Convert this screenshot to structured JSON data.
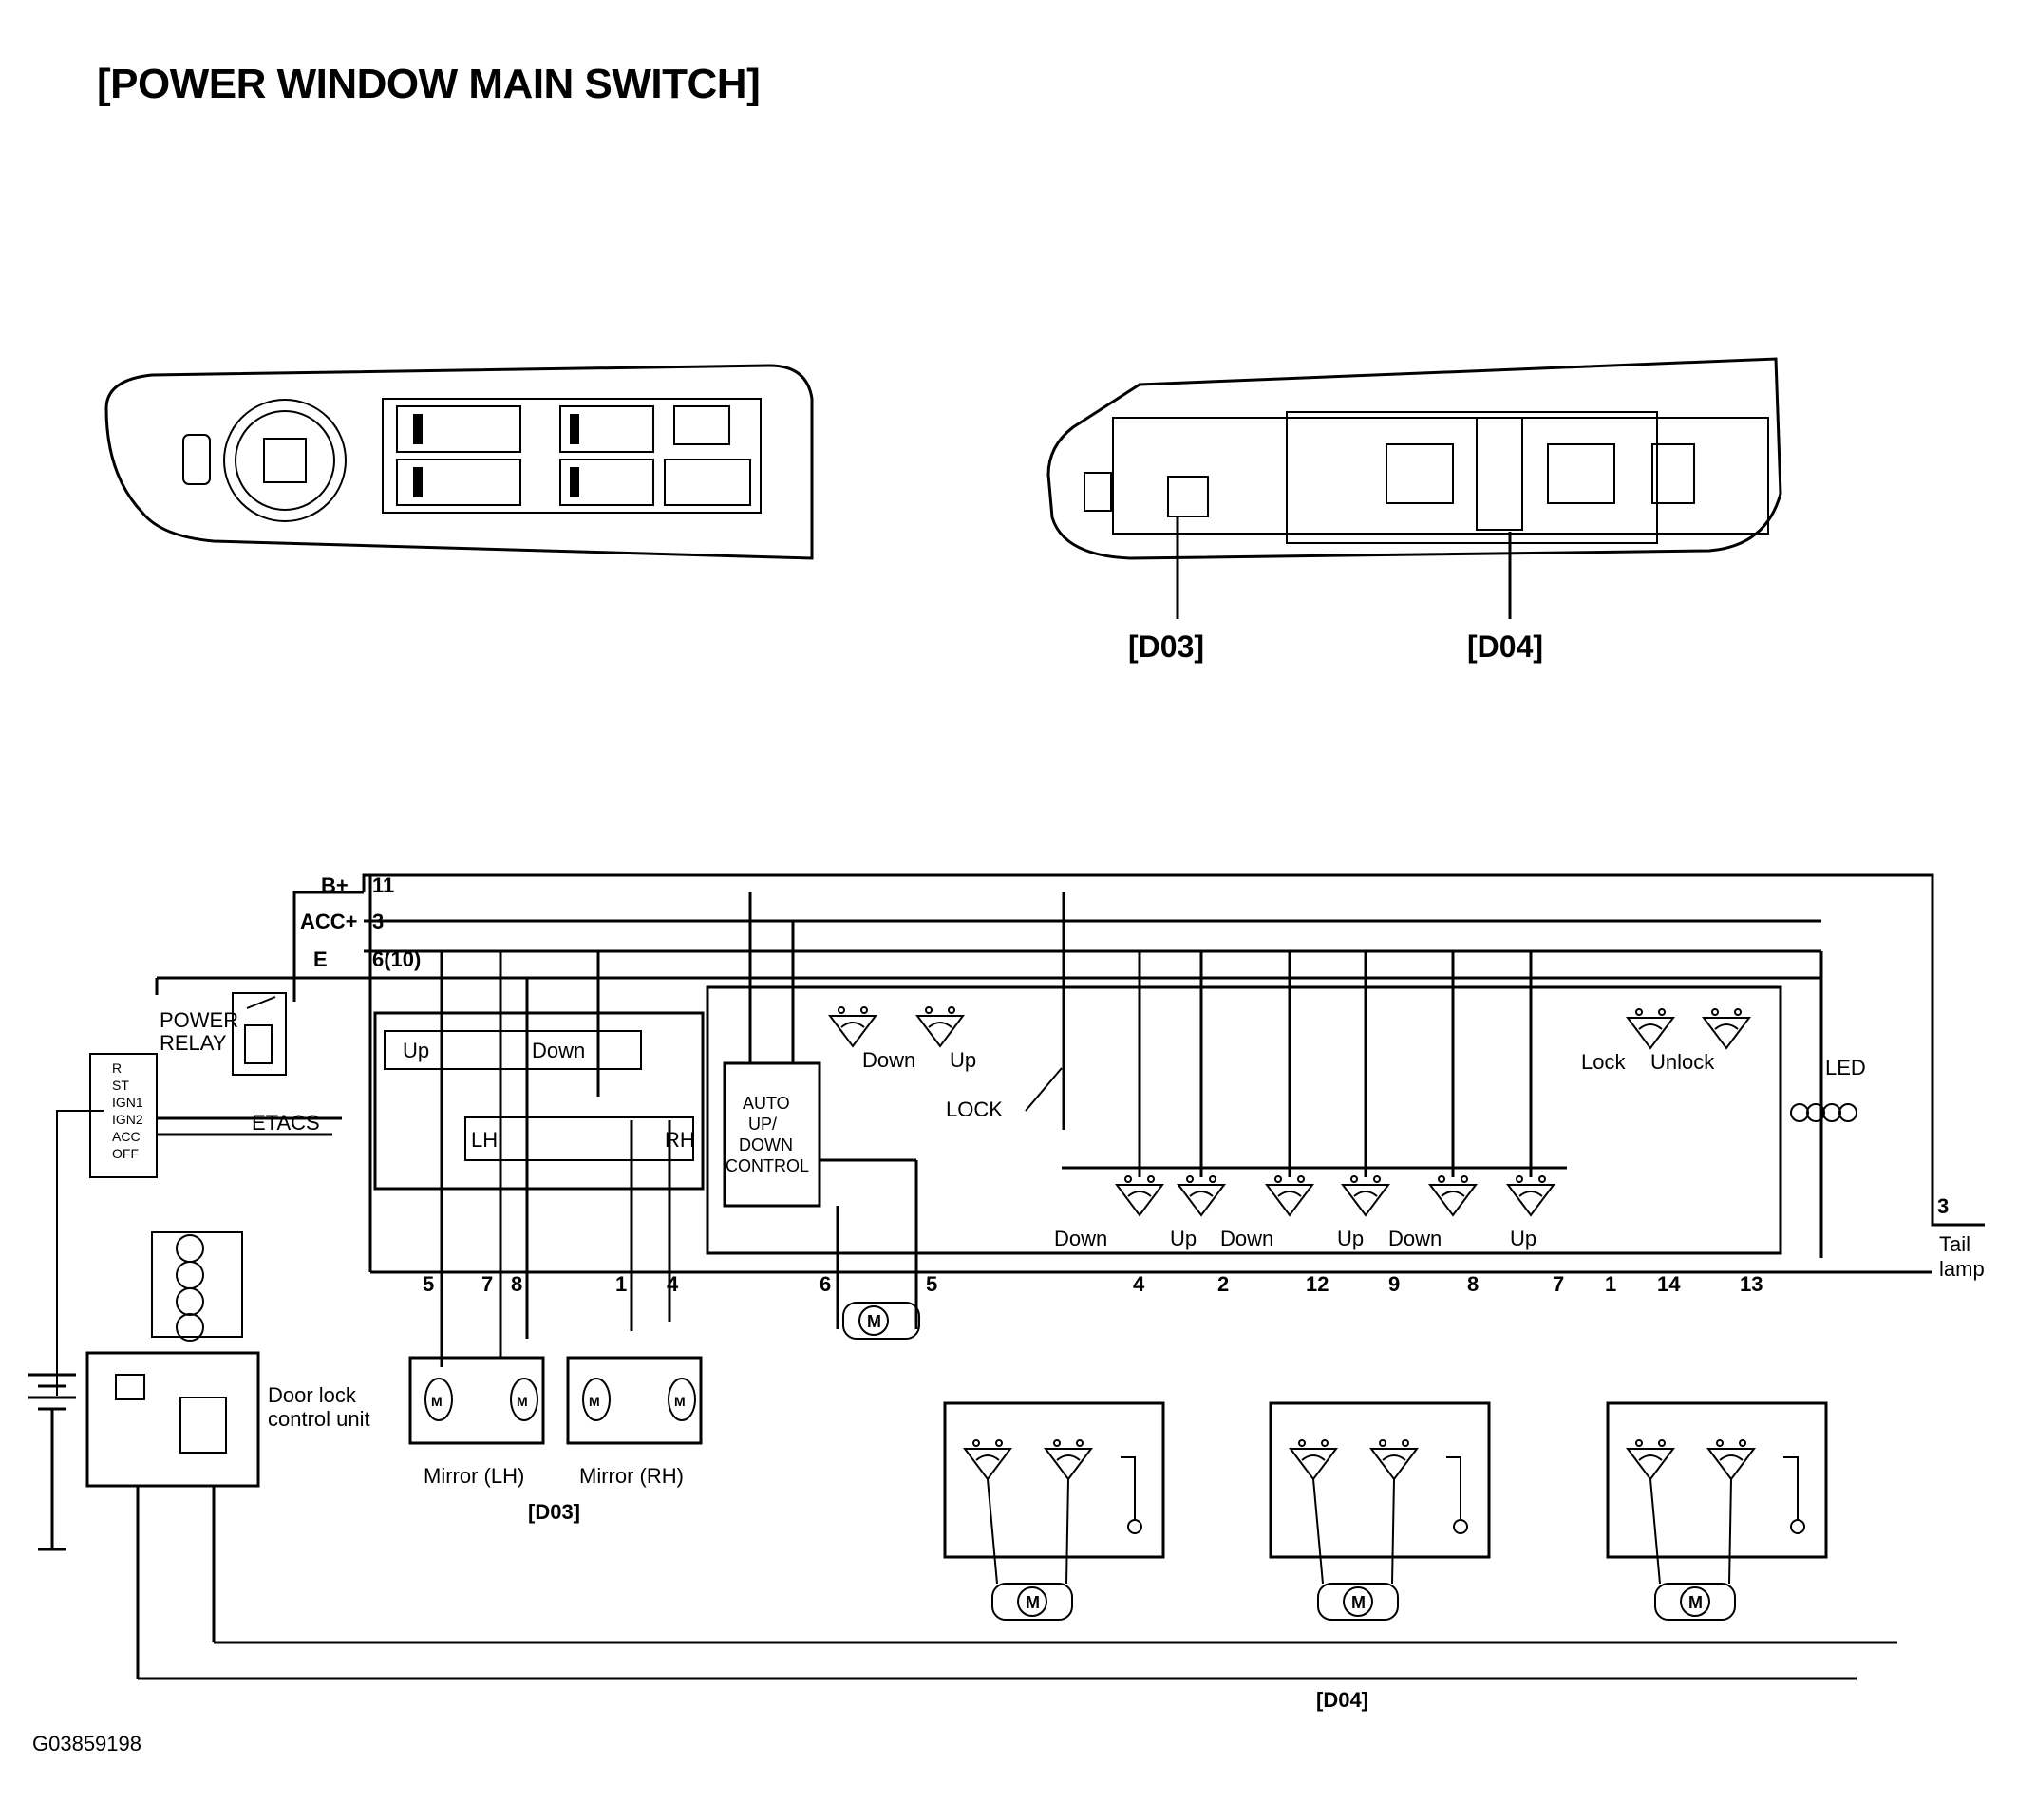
{
  "title": "[POWER WINDOW MAIN SWITCH]",
  "figure_code": "G03859198",
  "connectors": {
    "d03": "[D03]",
    "d04": "[D04]"
  },
  "terminals": {
    "b_plus": "B+",
    "b_plus_pin": "11",
    "acc_plus": "ACC+",
    "acc_plus_pin": "3",
    "e": "E",
    "e_pin": "6(10)"
  },
  "left_circuit": {
    "power_relay": "POWER\nRELAY",
    "power_relay_l1": "POWER",
    "power_relay_l2": "RELAY",
    "ignition": [
      "R",
      "ST",
      "IGN1",
      "IGN2",
      "ACC",
      "OFF"
    ],
    "etacs": "ETACS",
    "door_lock_l1": "Door lock",
    "door_lock_l2": "control unit"
  },
  "mirror_switch": {
    "up": "Up",
    "down": "Down",
    "lh": "LH",
    "rh": "RH",
    "pins": [
      "5",
      "7",
      "8",
      "1",
      "4"
    ],
    "mirror_lh": "Mirror (LH)",
    "mirror_rh": "Mirror (RH)",
    "connector": "[D03]"
  },
  "auto_control": {
    "l1": "AUTO",
    "l2": "UP/",
    "l3": "DOWN",
    "l4": "CONTROL",
    "down": "Down",
    "up": "Up",
    "lock": "LOCK",
    "pins": [
      "6",
      "5"
    ]
  },
  "window_switches": {
    "labels": [
      "Down",
      "Up",
      "Down",
      "Up",
      "Down",
      "Up"
    ],
    "pins": [
      "4",
      "2",
      "12",
      "9",
      "8",
      "7",
      "1",
      "14",
      "13"
    ],
    "lock": "Lock",
    "unlock": "Unlock",
    "led": "LED",
    "tail_pin": "3",
    "tail_l1": "Tail",
    "tail_l2": "lamp",
    "connector": "[D04]"
  },
  "motor_label": "M"
}
